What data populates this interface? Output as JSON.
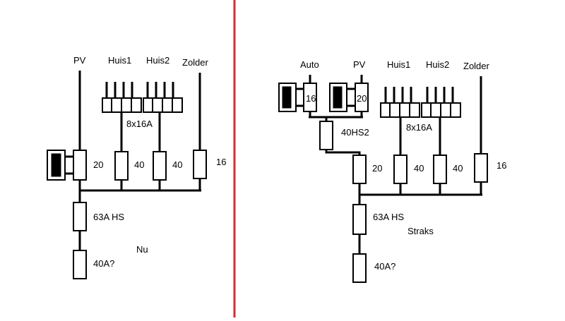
{
  "colors": {
    "ink": "#000000",
    "divider": "#d62a30",
    "background": "#ffffff"
  },
  "left": {
    "labels": {
      "pv": "PV",
      "huis1": "Huis1",
      "huis2": "Huis2",
      "zolder": "Zolder"
    },
    "breaker_group": "8x16A",
    "breakers": {
      "pv": "20",
      "huis1": "40",
      "huis2": "40",
      "zolder": "16"
    },
    "main": "63A HS",
    "mains": "40A?",
    "state": "Nu"
  },
  "right": {
    "labels": {
      "auto": "Auto",
      "pv": "PV",
      "huis1": "Huis1",
      "huis2": "Huis2",
      "zolder": "Zolder"
    },
    "inverters": {
      "auto": "16",
      "pv": "20"
    },
    "sub_main": "40HS2",
    "breaker_group": "8x16A",
    "breakers": {
      "main_in": "20",
      "huis1": "40",
      "huis2": "40",
      "zolder": "16"
    },
    "main": "63A HS",
    "mains": "40A?",
    "state": "Straks"
  }
}
